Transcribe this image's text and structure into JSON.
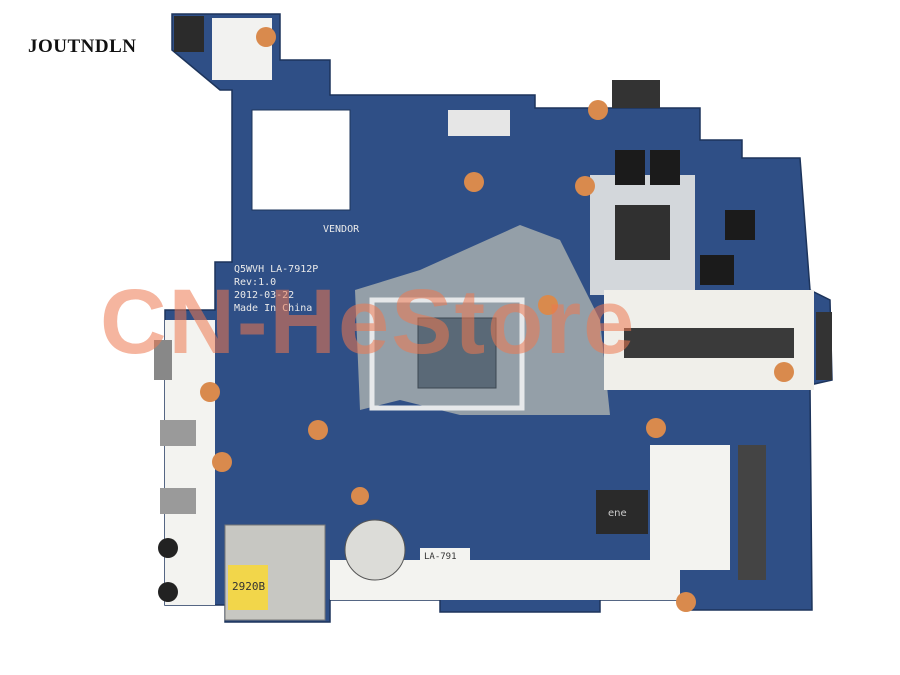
{
  "brand": {
    "name": "JOUTNDLN"
  },
  "board": {
    "silkscreen": {
      "model": "Q5WVH LA-7912P",
      "revision": "Rev:1.0",
      "date": "2012-03-22",
      "origin": "Made In China",
      "label_la": "LA-791",
      "vendor": "VENDOR",
      "sticker": "2920B",
      "chip_logo": "ene"
    }
  },
  "watermark": {
    "text": "CN-HeStore"
  },
  "colors": {
    "pcb_blue": "#2f4f86",
    "pcb_dark": "#24406f",
    "heatplate": "#9aa3aa",
    "copper_pad": "#d98a4d",
    "watermark": "#ec7850"
  }
}
